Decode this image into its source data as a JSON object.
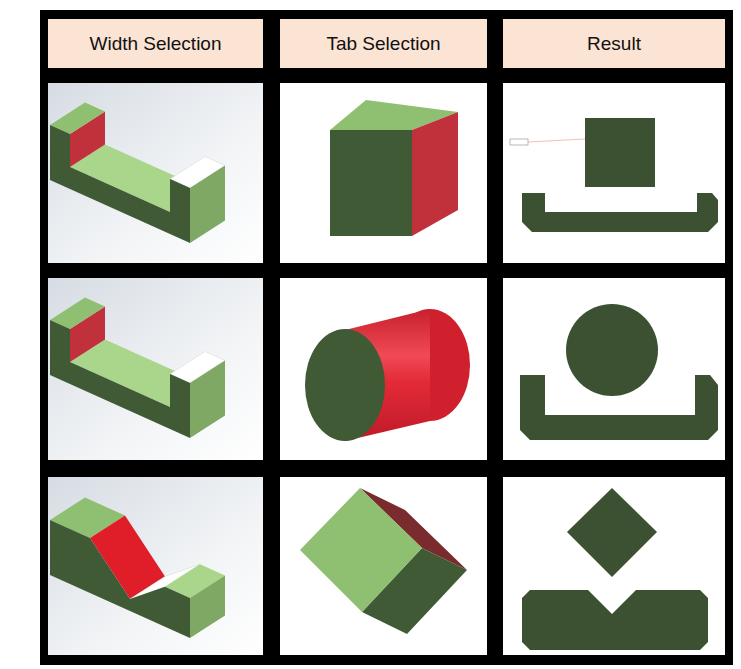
{
  "diagram": {
    "nodes": [
      {
        "text": [
          "Width Selection"
        ]
      },
      {
        "text": [
          "Tab Selection"
        ]
      },
      {
        "text": [
          "Result"
        ]
      }
    ]
  }
}
